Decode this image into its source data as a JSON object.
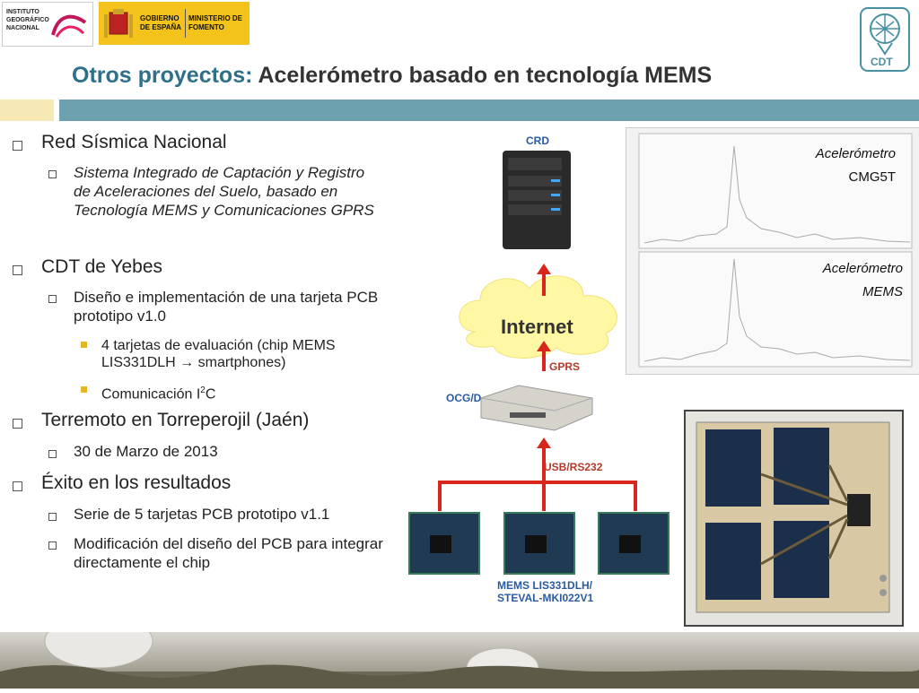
{
  "header": {
    "ign_logo": "INSTITUTO GEOGRÁFICO NACIONAL",
    "gob_left": "GOBIERNO DE ESPAÑA",
    "gob_right": "MINISTERIO DE FOMENTO",
    "cdt_logo": "CDT"
  },
  "title": {
    "accent": "Otros proyectos:",
    "main": "Acelerómetro basado en tecnología MEMS"
  },
  "bullets": {
    "red_sismica": "Red Sísmica Nacional",
    "red_sismica_sub": "Sistema Integrado de Captación y Registro de Aceleraciones del Suelo, basado en Tecnología MEMS y Comunicaciones GPRS",
    "cdt_yebes": "CDT de Yebes",
    "cdt_sub": "Diseño e implementación de una tarjeta PCB prototipo v1.0",
    "cdt_sub1": "4 tarjetas de evaluación (chip MEMS LIS331DLH",
    "cdt_sub1_arrow": "→",
    "cdt_sub1_end": "smartphones)",
    "cdt_sub2": "Comunicación I",
    "cdt_sub2_sup": "2",
    "cdt_sub2_end": "C",
    "terremoto": "Terremoto en Torreperojil (Jaén)",
    "terremoto_sub": "30 de Marzo de 2013",
    "exito": "Éxito en los resultados",
    "exito_sub1": "Serie de 5 tarjetas PCB prototipo v1.1",
    "exito_sub2": "Modificación del diseño del PCB para integrar directamente el chip"
  },
  "diagram": {
    "crd": "CRD",
    "internet": "Internet",
    "gprs": "GPRS",
    "ocg": "OCG/D",
    "usb": "USB/RS232",
    "mems_label_1": "MEMS LIS331DLH/",
    "mems_label_2": "STEVAL-MKI022V1"
  },
  "plot": {
    "top_label_1": "Acelerómetro",
    "top_label_2": "CMG5T",
    "bottom_label_1": "Acelerómetro",
    "bottom_label_2": "MEMS"
  },
  "colors": {
    "accent": "#2f6f8a",
    "bar": "#6ea1b0",
    "bullet_sq": "#e6b528",
    "arrow": "#d9261c"
  }
}
